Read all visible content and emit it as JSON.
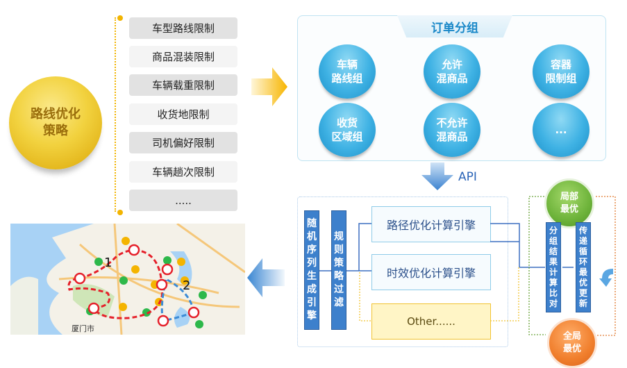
{
  "strategy": {
    "title_line1": "路线优化",
    "title_line2": "策略"
  },
  "rules": [
    {
      "label": "车型路线限制"
    },
    {
      "label": "商品混装限制"
    },
    {
      "label": "车辆载重限制"
    },
    {
      "label": "收货地限制"
    },
    {
      "label": "司机偏好限制"
    },
    {
      "label": "车辆趟次限制"
    },
    {
      "label": "....."
    }
  ],
  "order_group": {
    "title": "订单分组",
    "groups": [
      {
        "line1": "车辆",
        "line2": "路线组"
      },
      {
        "line1": "允许",
        "line2": "混商品"
      },
      {
        "line1": "容器",
        "line2": "限制组"
      },
      {
        "line1": "收货",
        "line2": "区域组"
      },
      {
        "line1": "不允许",
        "line2": "混商品"
      },
      {
        "line1": "...",
        "line2": ""
      }
    ]
  },
  "api_label": "API",
  "engines": {
    "random_seq": "随机序列生成引擎",
    "rule_filter": "规则策略过滤",
    "path_engine": "路径优化计算引擎",
    "time_engine": "时效优化计算引擎",
    "other": "Other......"
  },
  "optimization": {
    "local_best": {
      "line1": "局部",
      "line2": "最优"
    },
    "global_best": {
      "line1": "全局",
      "line2": "最优"
    },
    "compare": "分组结果计算比对",
    "pass_update": "传递循环最优更新"
  },
  "map": {
    "route1_label": "1",
    "route2_label": "2",
    "city_label": "厦门市",
    "route1_color": "#e5202a",
    "route2_color": "#3b8bd6"
  }
}
